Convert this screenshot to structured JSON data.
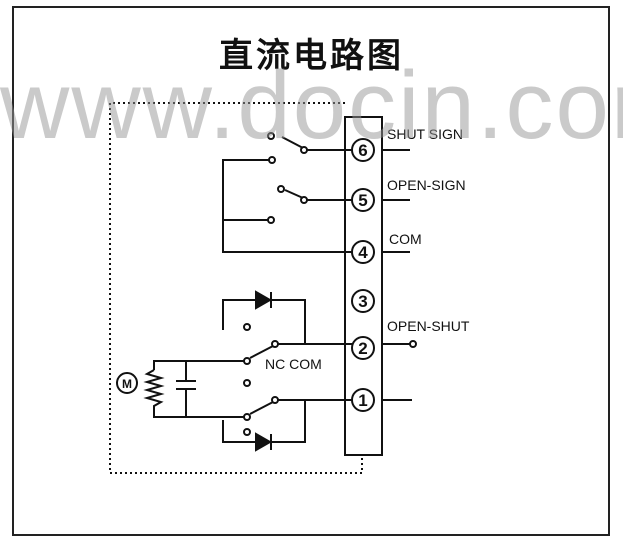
{
  "title": "直流电路图",
  "watermark": "www.docin.com",
  "terminals": [
    "6",
    "5",
    "4",
    "3",
    "2",
    "1"
  ],
  "labels": {
    "shut_sign": "SHUT SIGN",
    "open_sign": "OPEN-SIGN",
    "com": "COM",
    "open_shut": "OPEN-SHUT",
    "nc_com": "NC COM",
    "motor": "M"
  },
  "colors": {
    "ink": "#111111",
    "watermark": "#969696"
  }
}
